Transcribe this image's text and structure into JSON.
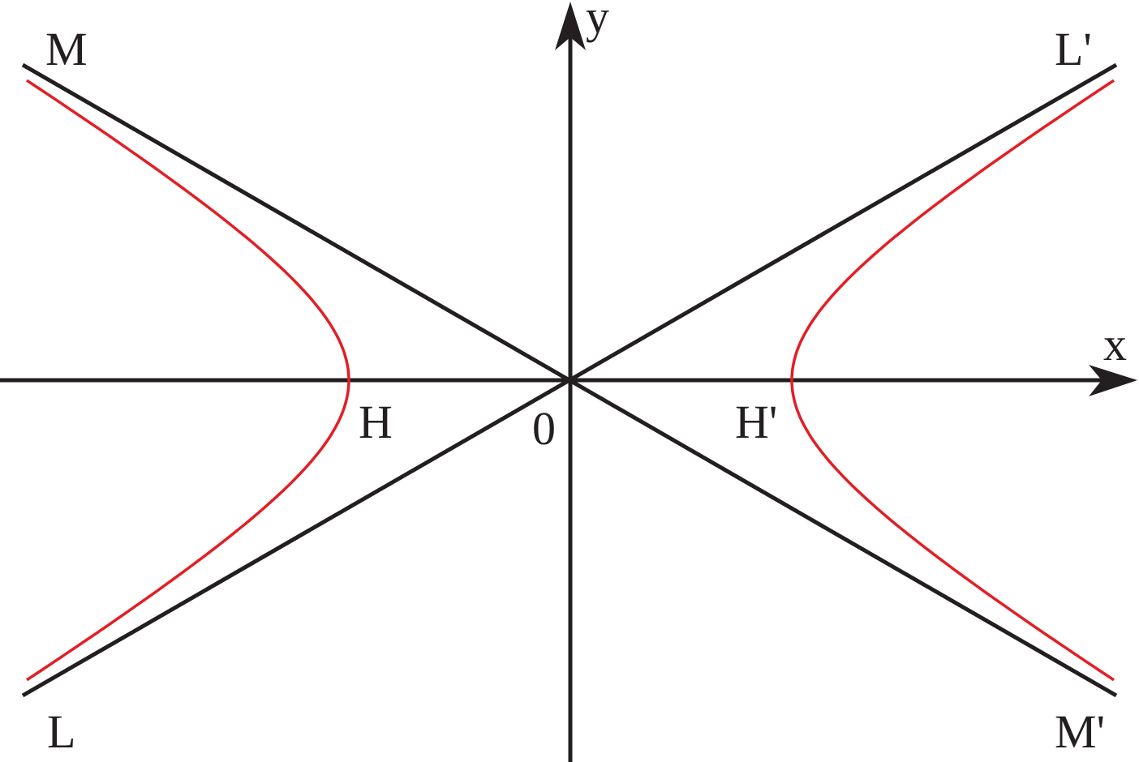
{
  "diagram": {
    "labels": {
      "M": "M",
      "L_prime": "L'",
      "L": "L",
      "M_prime": "M'",
      "H": "H",
      "H_prime": "H'",
      "origin": "0",
      "x_axis": "x",
      "y_axis": "y"
    },
    "colors": {
      "axes": "#231f20",
      "asymptotes": "#231f20",
      "hyperbola": "#e31e24"
    }
  }
}
